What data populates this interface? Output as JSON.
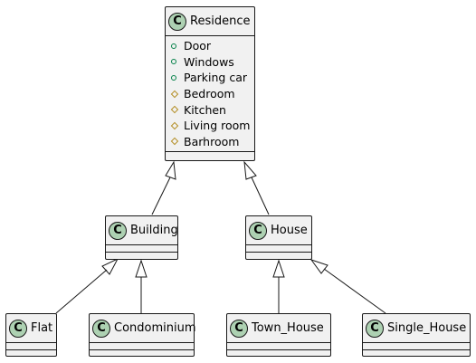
{
  "diagram": {
    "type": "uml-class-diagram",
    "classes": {
      "residence": {
        "stereotype_letter": "C",
        "name": "Residence",
        "attributes": [
          {
            "visibility": "public",
            "name": "Door"
          },
          {
            "visibility": "public",
            "name": "Windows"
          },
          {
            "visibility": "public",
            "name": "Parking car"
          },
          {
            "visibility": "protected",
            "name": "Bedroom"
          },
          {
            "visibility": "protected",
            "name": "Kitchen"
          },
          {
            "visibility": "protected",
            "name": "Living room"
          },
          {
            "visibility": "protected",
            "name": "Barhroom"
          }
        ]
      },
      "building": {
        "stereotype_letter": "C",
        "name": "Building"
      },
      "house": {
        "stereotype_letter": "C",
        "name": "House"
      },
      "flat": {
        "stereotype_letter": "C",
        "name": "Flat"
      },
      "condominium": {
        "stereotype_letter": "C",
        "name": "Condominium"
      },
      "town_house": {
        "stereotype_letter": "C",
        "name": "Town_House"
      },
      "single_house": {
        "stereotype_letter": "C",
        "name": "Single_House"
      }
    },
    "relations": [
      {
        "type": "generalization",
        "from": "Building",
        "to": "Residence"
      },
      {
        "type": "generalization",
        "from": "House",
        "to": "Residence"
      },
      {
        "type": "generalization",
        "from": "Flat",
        "to": "Building"
      },
      {
        "type": "generalization",
        "from": "Condominium",
        "to": "Building"
      },
      {
        "type": "generalization",
        "from": "Town_House",
        "to": "House"
      },
      {
        "type": "generalization",
        "from": "Single_House",
        "to": "House"
      }
    ],
    "colors": {
      "class_fill": "#f1f1f1",
      "border": "#181818",
      "badge_fill": "#add1b2",
      "public_marker": "#038048",
      "protected_marker": "#b38d22"
    }
  }
}
